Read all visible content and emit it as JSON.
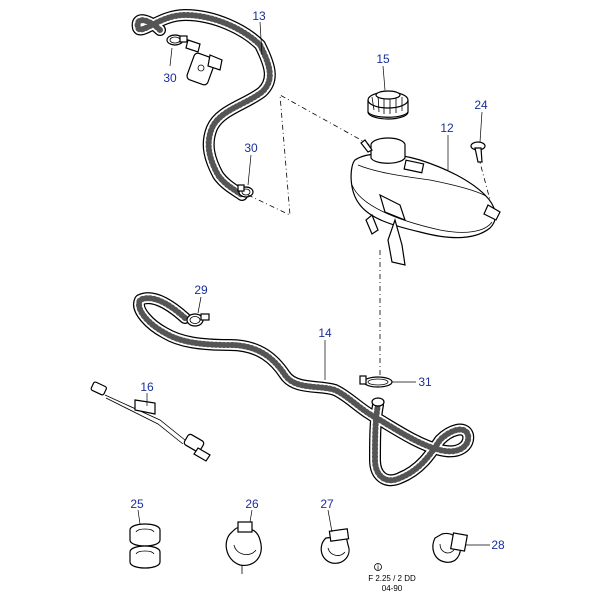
{
  "callouts": {
    "p13": "13",
    "p30a": "30",
    "p30b": "30",
    "p15": "15",
    "p24": "24",
    "p12": "12",
    "p29": "29",
    "p14": "14",
    "p31": "31",
    "p16": "16",
    "p25": "25",
    "p26": "26",
    "p27": "27",
    "p28": "28"
  },
  "reference": {
    "marker": "i",
    "code": "F 2.25 / 2 DD",
    "date": "04-90"
  },
  "colors": {
    "callout_text": "#1a2f9c",
    "line": "#000000",
    "background": "#ffffff"
  }
}
